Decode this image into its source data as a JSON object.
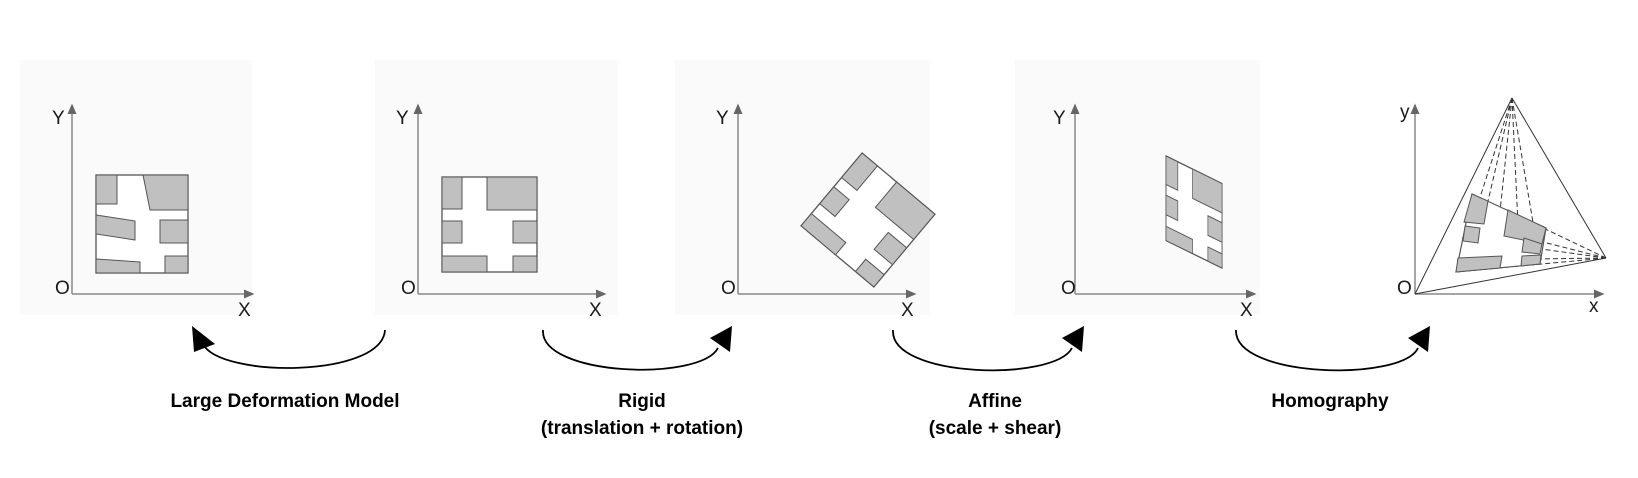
{
  "panels": [
    {
      "id": "large-deformation",
      "y_label": "Y",
      "x_label": "X",
      "origin_label": "O"
    },
    {
      "id": "rigid",
      "y_label": "Y",
      "x_label": "X",
      "origin_label": "O"
    },
    {
      "id": "affine",
      "y_label": "Y",
      "x_label": "X",
      "origin_label": "O"
    },
    {
      "id": "homography-before",
      "y_label": "Y",
      "x_label": "X",
      "origin_label": "O"
    },
    {
      "id": "homography-after",
      "y_label": "y",
      "x_label": "x",
      "origin_label": "O"
    }
  ],
  "transitions": [
    {
      "id": "large-deformation",
      "direction": "left",
      "caption_lines": [
        "Large Deformation Model"
      ]
    },
    {
      "id": "rigid",
      "direction": "right",
      "caption_lines": [
        "Rigid",
        "(translation + rotation)"
      ]
    },
    {
      "id": "affine",
      "direction": "right",
      "caption_lines": [
        "Affine",
        "(scale + shear)"
      ]
    },
    {
      "id": "homography",
      "direction": "right",
      "caption_lines": [
        "Homography"
      ]
    }
  ],
  "colors": {
    "shape_fill": "#c0c0c0",
    "outline": "#555555",
    "axis": "#888888",
    "panel_bg": "#fbfbfb"
  }
}
